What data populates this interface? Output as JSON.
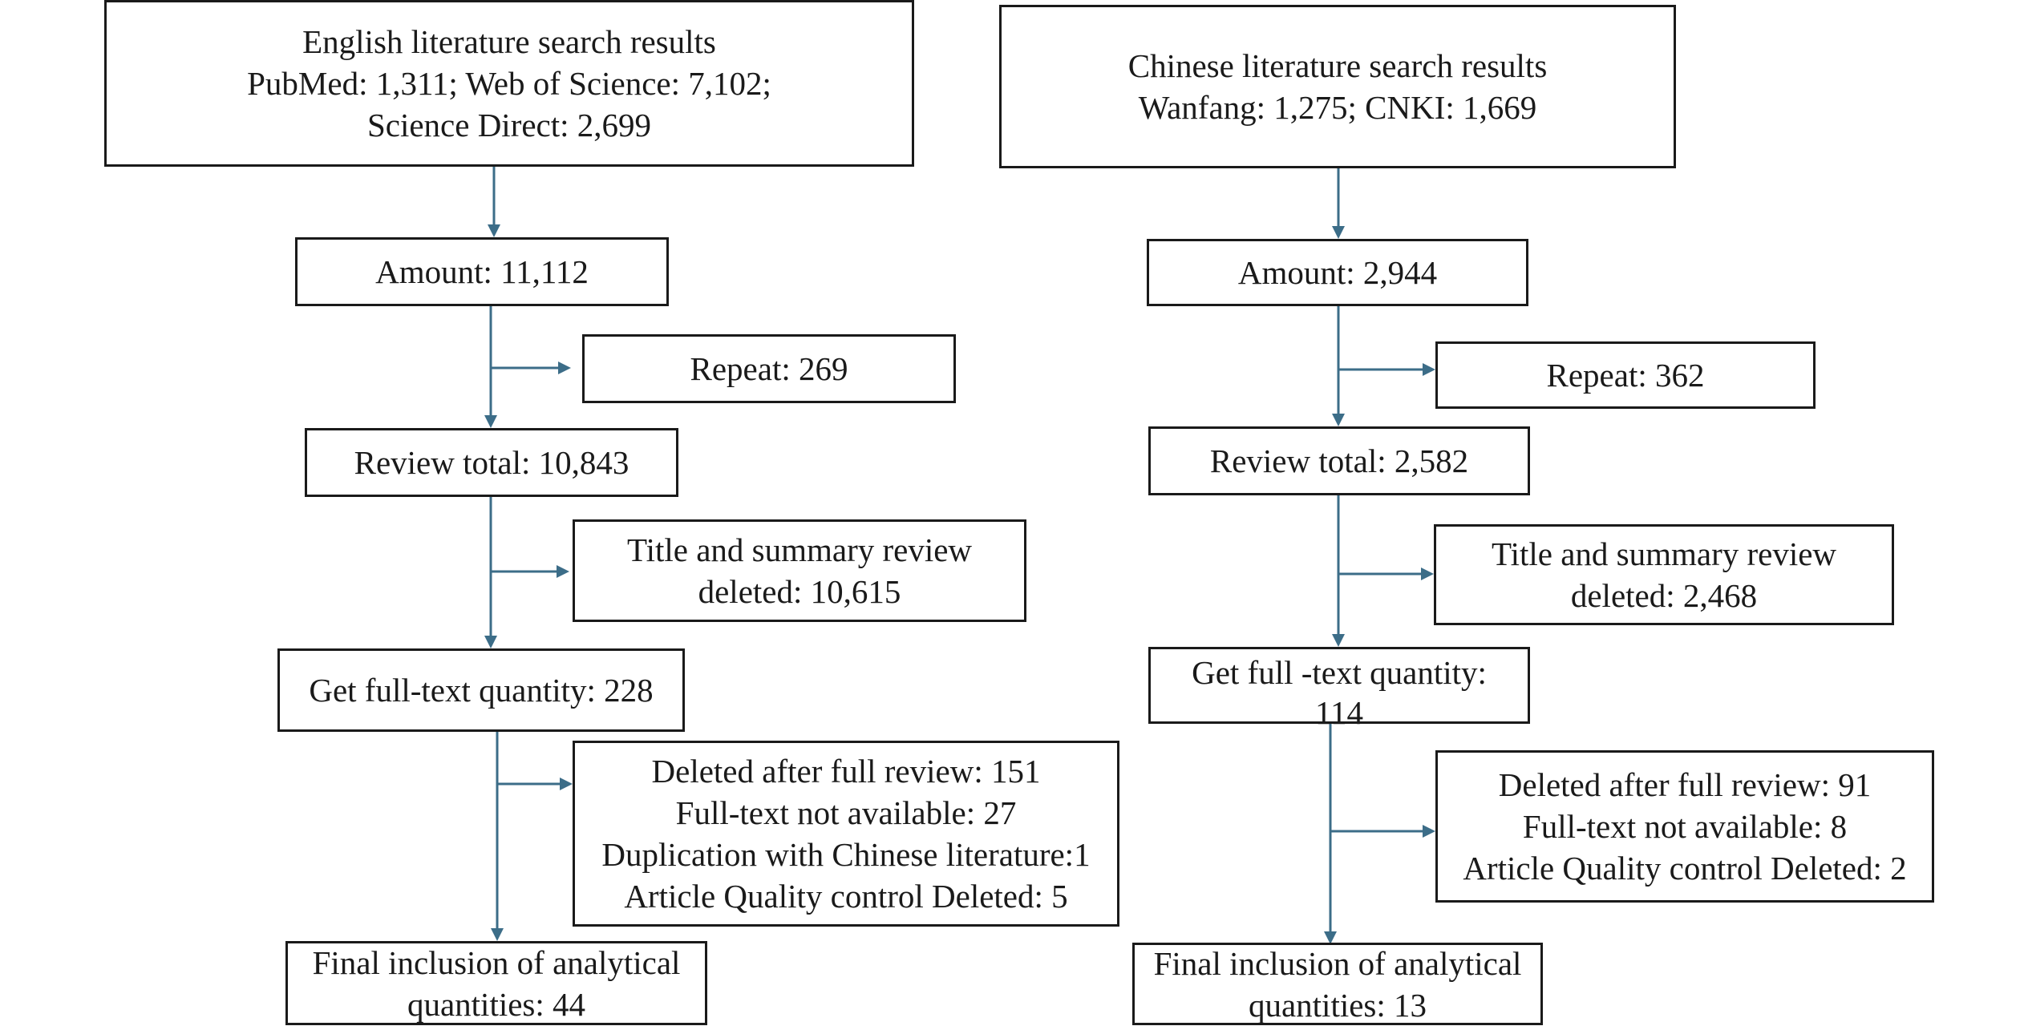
{
  "english": {
    "search": {
      "line1": "English literature search results",
      "line2": "PubMed: 1,311; Web of Science: 7,102;",
      "line3": "Science Direct: 2,699"
    },
    "amount": "Amount: 11,112",
    "repeat": "Repeat: 269",
    "review_total": "Review total: 10,843",
    "title_review": {
      "line1": "Title and summary review",
      "line2": "deleted: 10,615"
    },
    "full_text": "Get full-text quantity: 228",
    "deleted": {
      "line1": "Deleted after full review: 151",
      "line2": "Full-text not available: 27",
      "line3": "Duplication with Chinese literature:1",
      "line4": "Article Quality control Deleted: 5"
    },
    "final": {
      "line1": "Final inclusion of analytical",
      "line2": "quantities: 44"
    }
  },
  "chinese": {
    "search": {
      "line1": "Chinese literature search results",
      "line2": "Wanfang: 1,275; CNKI: 1,669"
    },
    "amount": "Amount: 2,944",
    "repeat": "Repeat: 362",
    "review_total": "Review total: 2,582",
    "title_review": {
      "line1": "Title and summary review",
      "line2": "deleted: 2,468"
    },
    "full_text": {
      "line1": "Get full -text quantity:",
      "line2": "114"
    },
    "deleted": {
      "line1": "Deleted after full review: 91",
      "line2": "Full-text not available: 8",
      "line3": "Article Quality control Deleted: 2"
    },
    "final": {
      "line1": "Final inclusion of analytical",
      "line2": "quantities: 13"
    }
  },
  "colors": {
    "arrow": "#3c6d88",
    "box_border": "#1a1a1a"
  }
}
